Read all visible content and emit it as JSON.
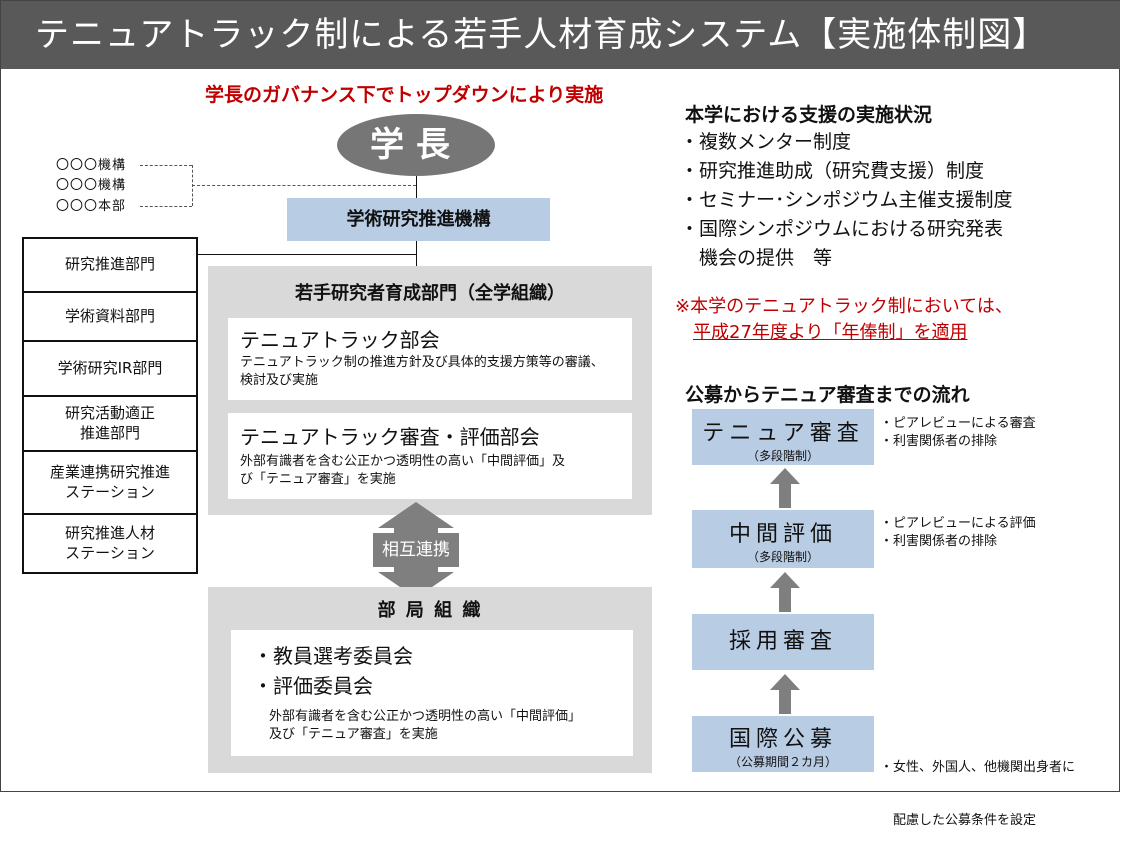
{
  "header": {
    "title": "テニュアトラック制による若手人材育成システム【実施体制図】"
  },
  "governance": {
    "top_down": "学長のガバナンス下でトップダウンにより実施",
    "president": "学長",
    "affiliated_orgs": [
      "〇〇〇機構",
      "〇〇〇機構",
      "〇〇〇本部"
    ],
    "promotion_org": "学術研究推進機構"
  },
  "departments": [
    "研究推進部門",
    "学術資料部門",
    "学術研究IR部門",
    "研究活動適正\n推進部門",
    "産業連携研究推進\nステーション",
    "研究推進人材\nステーション"
  ],
  "young": {
    "title": "若手研究者育成部門（全学組織）",
    "committee1": {
      "title": "テニュアトラック部会",
      "desc": "テニュアトラック制の推進方針及び具体的支援方策等の審議、検討及び実施"
    },
    "committee2": {
      "title": "テニュアトラック審査・評価部会",
      "desc": "外部有識者を含む公正かつ透明性の高い「中間評価」及び「テニュア審査」を実施"
    }
  },
  "mutual": "相互連携",
  "bukyoku": {
    "title": "部 局 組 織",
    "items": [
      "・教員選考委員会",
      "・評価委員会"
    ],
    "desc": "外部有識者を含む公正かつ透明性の高い「中間評価」及び「テニュア審査」を実施"
  },
  "support": {
    "title": "本学における支援の実施状況",
    "items": [
      "・複数メンター制度",
      "・研究推進助成（研究費支援）制度",
      "・セミナー･シンポジウム主催支援制度",
      "・国際シンポジウムにおける研究発表",
      "　機会の提供　等"
    ],
    "note_line1": "※本学のテニュアトラック制においては、",
    "note_line2": "平成27年度より「年俸制」を適用"
  },
  "flow": {
    "title": "公募からテニュア審査までの流れ",
    "tenure": {
      "title": "テニュア審査",
      "sub": "（多段階制）",
      "notes": [
        "・ピアレビューによる審査",
        "・利害関係者の排除"
      ]
    },
    "midterm": {
      "title": "中間評価",
      "sub": "（多段階制）",
      "notes": [
        "・ピアレビューによる評価",
        "・利害関係者の排除"
      ]
    },
    "hiring": {
      "title": "採用審査"
    },
    "recruit": {
      "title": "国際公募",
      "sub": "（公募期間２カ月）",
      "notes": [
        "・女性、外国人、他機関出身者に",
        "　配慮した公募条件を設定"
      ]
    }
  },
  "colors": {
    "header": "#595959",
    "accent_red": "#c00000",
    "blue": "#b8cce4",
    "gray": "#d9d9d9"
  }
}
